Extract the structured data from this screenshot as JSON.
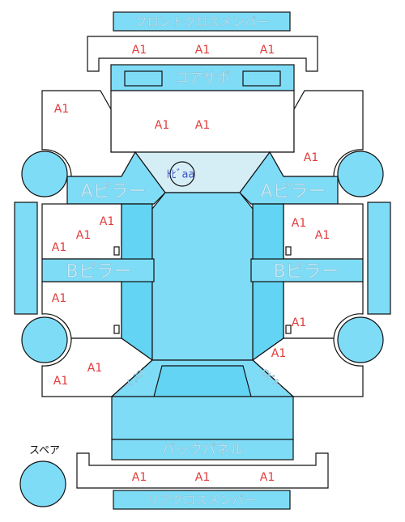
{
  "parts": {
    "front_cross_member": {
      "label": "フロントクロスメンバー",
      "marks": [
        "A1",
        "A1",
        "A1"
      ]
    },
    "core_support": {
      "label": "コアサポ"
    },
    "hood": {
      "marks": [
        "A1",
        "A1"
      ]
    },
    "left_front_fender": {
      "marks": [
        "A1"
      ]
    },
    "right_front_fender": {
      "marks": [
        "A1"
      ]
    },
    "windshield": {
      "note": "ﾄﾋﾞaa"
    },
    "left_a_pillar": {
      "label": "Aピラー"
    },
    "right_a_pillar": {
      "label": "Aピラー"
    },
    "left_front_door": {
      "marks": [
        "A1",
        "A1",
        "A1"
      ]
    },
    "right_front_door": {
      "marks": [
        "A1",
        "A1"
      ]
    },
    "left_b_pillar": {
      "label": "Bピラー"
    },
    "right_b_pillar": {
      "label": "Bピラー"
    },
    "left_rear_door": {
      "marks": [
        "A1"
      ]
    },
    "right_rear_door": {
      "marks": [
        "A1"
      ]
    },
    "left_rear_quarter": {
      "marks": [
        "A1",
        "A1"
      ]
    },
    "right_rear_quarter": {
      "marks": [
        "A1"
      ]
    },
    "left_c_pillar": {
      "label": "Cﾋﾟﾗｰ"
    },
    "right_c_pillar": {
      "label": "Cﾋﾟﾗｰ"
    },
    "back_panel": {
      "label": "バックパネル"
    },
    "rear_cross_member": {
      "label": "リアクロスメンバー",
      "marks": [
        "A1",
        "A1",
        "A1"
      ]
    },
    "spare": {
      "label": "スペア"
    }
  },
  "colors": {
    "part": "#7fdcf7",
    "pillar": "#63d4f4",
    "glass": "#d5eef6",
    "mark": "#e23b3b",
    "note": "#3a4fd0",
    "label": "#c8eefa"
  }
}
